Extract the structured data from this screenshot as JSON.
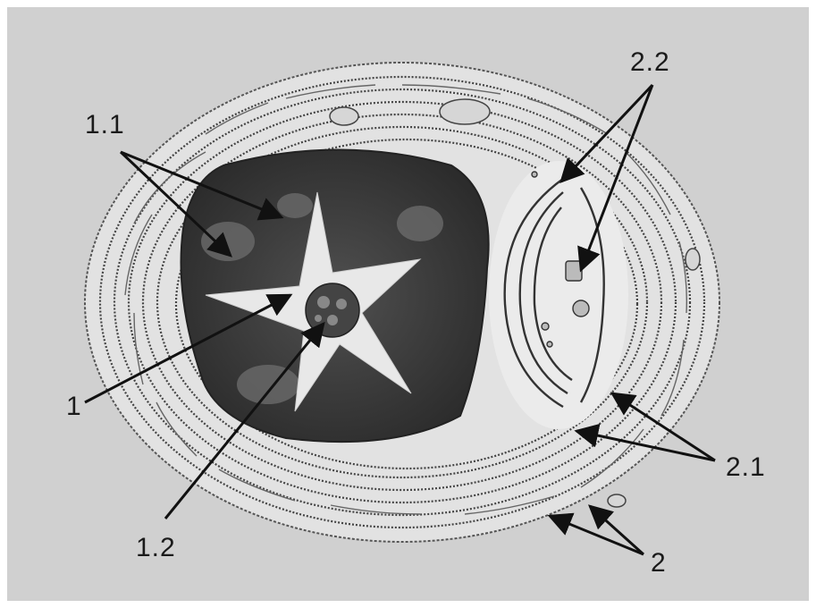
{
  "labels": {
    "l_1_1": "1.1",
    "l_1": "1",
    "l_1_2": "1.2",
    "l_2_2": "2.2",
    "l_2_1": "2.1",
    "l_2": "2"
  },
  "colors": {
    "background": "#d0d0d0",
    "ink": "#1a1a1a",
    "nucleus": "#3a3a3a",
    "cytoplasm": "#e4e4e4"
  }
}
